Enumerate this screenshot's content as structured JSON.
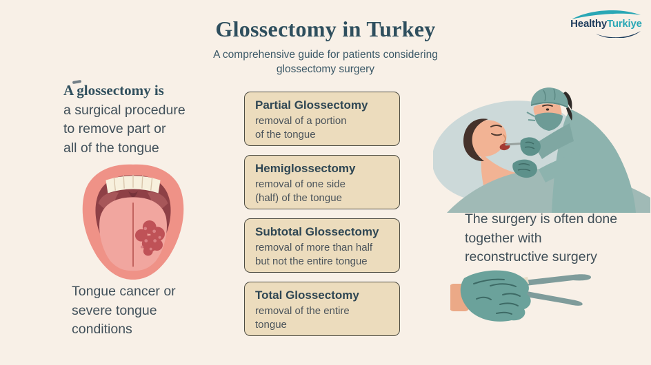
{
  "header": {
    "title": "Glossectomy in Turkey",
    "subtitle": "A comprehensive guide for patients considering\nglossectomy surgery"
  },
  "logo": {
    "word1": "Healthy",
    "word2": "Turkiye"
  },
  "intro": {
    "lead": "A glossectomy is",
    "rest": "a surgical procedure\nto remove part or\nall of the tongue"
  },
  "tongue_caption": "Tongue cancer or\nsevere tongue\nconditions",
  "cards": [
    {
      "title": "Partial Glossectomy",
      "body": "removal of a portion\nof the tongue"
    },
    {
      "title": "Hemiglossectomy",
      "body": "removal of one side\n(half) of the tongue"
    },
    {
      "title": "Subtotal Glossectomy",
      "body": "removal of more than half\nbut not the entire tongue"
    },
    {
      "title": "Total Glossectomy",
      "body": "removal of the entire\ntongue"
    }
  ],
  "right_note": "The surgery is often done\ntogether with\nreconstructive surgery",
  "illustrations": {
    "tongue": "open-mouth-with-tongue-lesion",
    "surgery": "surgeon-operating-on-patient-mouth",
    "hand": "gloved-hand-holding-forceps"
  },
  "colors": {
    "background": "#f8f0e7",
    "title": "#2f4f5e",
    "body_text": "#41505a",
    "card_bg": "#ecdcbd",
    "card_border": "#4d4c42",
    "logo_navy": "#1d3c5c",
    "logo_teal": "#2aa7b5"
  }
}
